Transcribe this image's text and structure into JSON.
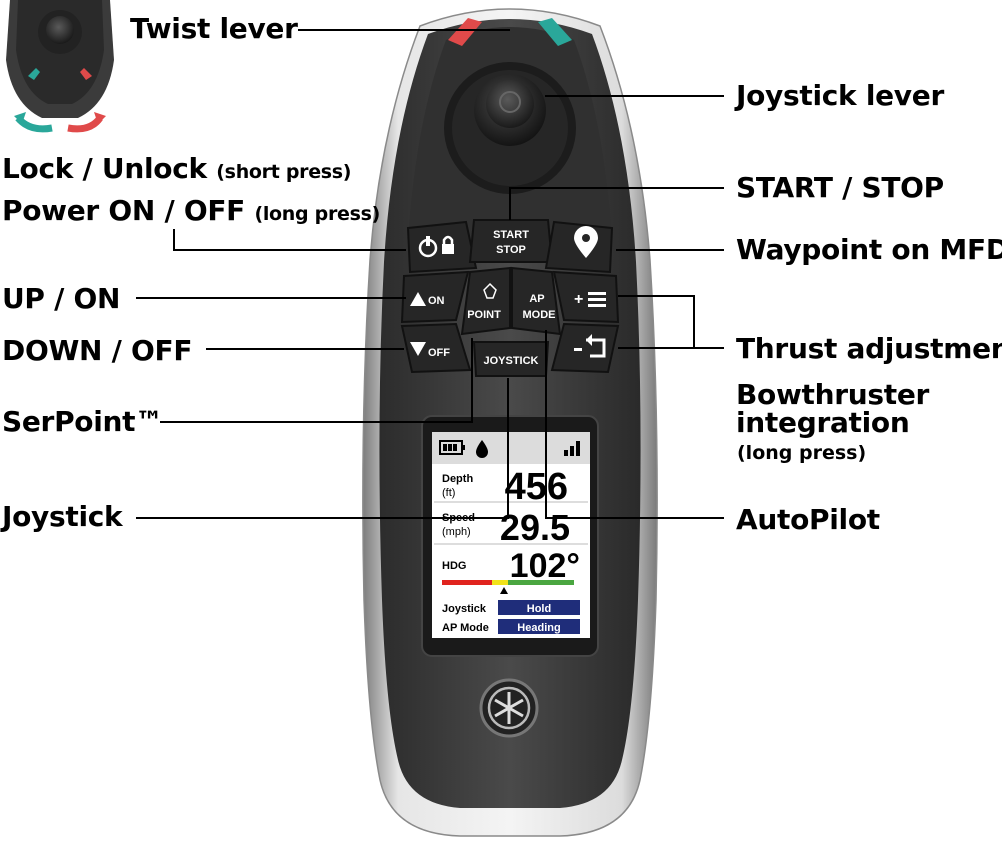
{
  "callouts": {
    "twist_lever": "Twist lever",
    "joystick_lever": "Joystick lever",
    "lock_unlock": "Lock / Unlock",
    "lock_unlock_note": "(short press)",
    "power": "Power ON / OFF",
    "power_note": "(long press)",
    "start_stop": "START / STOP",
    "waypoint": "Waypoint on MFD",
    "up_on": "UP / ON",
    "down_off": "DOWN / OFF",
    "thrust": "Thrust adjustment",
    "bowthruster_1": "Bowthruster",
    "bowthruster_2": "integration",
    "bowthruster_note": "(long press)",
    "serpoint": "SerPoint™",
    "joystick": "Joystick",
    "autopilot": "AutoPilot"
  },
  "buttons": {
    "start": "START",
    "stop": "STOP",
    "on": "ON",
    "off": "OFF",
    "point": "POINT",
    "ap": "AP",
    "mode": "MODE",
    "joystick": "JOYSTICK"
  },
  "screen": {
    "depth_label": "Depth",
    "depth_unit": "(ft)",
    "depth_value": "456",
    "speed_label": "Speed",
    "speed_unit": "(mph)",
    "speed_value": "29.5",
    "hdg_label": "HDG",
    "hdg_value": "102°",
    "joystick_label": "Joystick",
    "joystick_value": "Hold",
    "apmode_label": "AP Mode",
    "apmode_value": "Heading"
  },
  "colors": {
    "body_silver": "#c9c9c9",
    "body_dark": "#3a3a3a",
    "button": "#262626",
    "accent_red": "#e04a4a",
    "accent_teal": "#2aa79a",
    "status_navy": "#1f2d7a",
    "bar_red": "#e0231e",
    "bar_yellow": "#f2e21a",
    "bar_green": "#4aa640"
  }
}
